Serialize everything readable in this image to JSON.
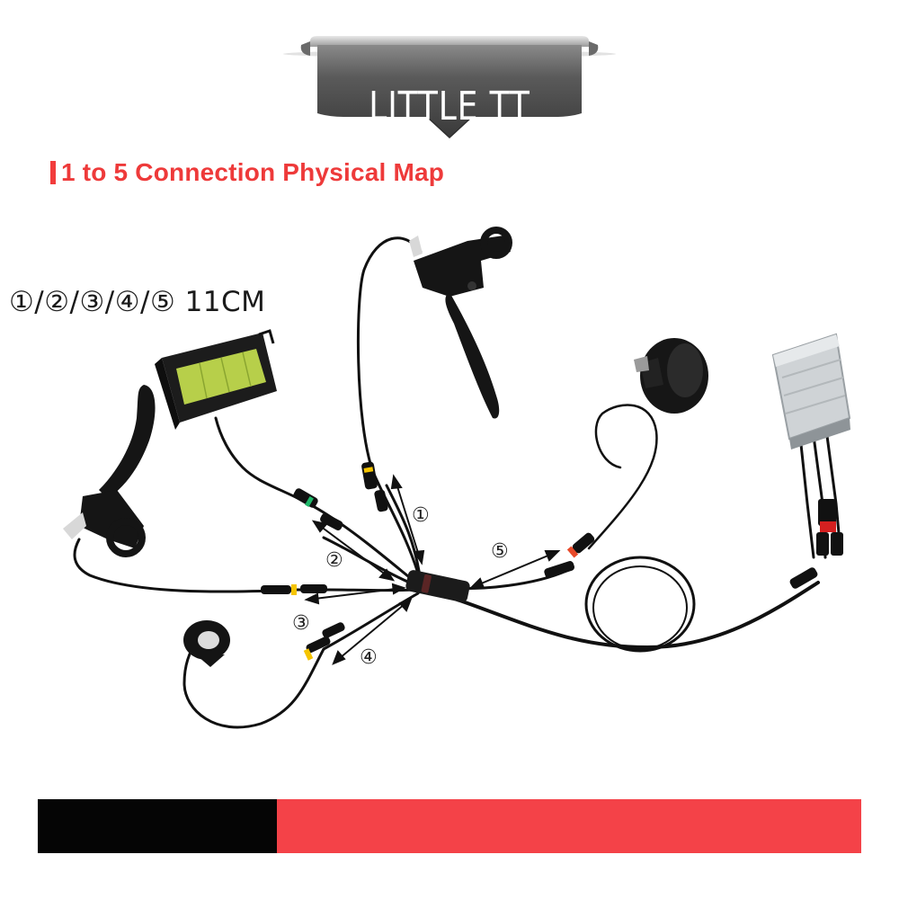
{
  "banner": {
    "brand": "LITTLE TT"
  },
  "title": {
    "text": "1 to 5 Connection Physical Map"
  },
  "length_label": "①/②/③/④/⑤  11CM",
  "connections": [
    {
      "label": "①"
    },
    {
      "label": "②"
    },
    {
      "label": "③"
    },
    {
      "label": "④"
    },
    {
      "label": "⑤"
    }
  ],
  "colors": {
    "title_red": "#ee3a3a",
    "footer_black": "#050505",
    "footer_red": "#f44248",
    "banner_gray": "#555555",
    "connector_yellow": "#f5c400",
    "connector_green": "#1fb86a",
    "connector_red": "#e84a2a"
  }
}
